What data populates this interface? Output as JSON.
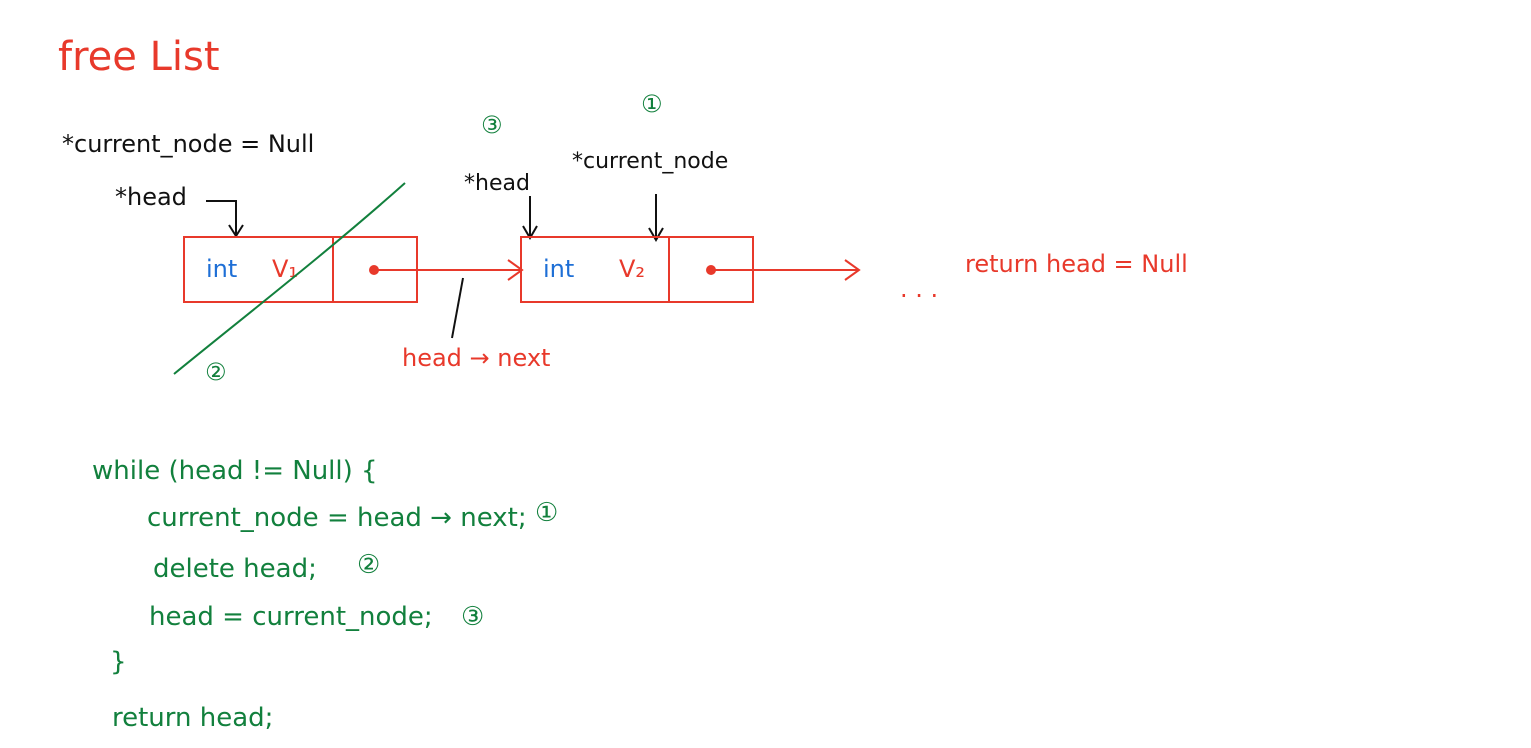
{
  "colors": {
    "red": "#e8392b",
    "blue": "#1e6fd6",
    "green": "#12803d",
    "black": "#111111"
  },
  "title": "free List",
  "labels": {
    "current_node_init": "*current_node = Null",
    "head_ptr_1": "*head",
    "head_ptr_2": "*head",
    "current_node_ptr": "*current_node",
    "head_next": "head → next",
    "ellipsis": ". . .",
    "return_null": "return  head = Null"
  },
  "steps": {
    "step1": "①",
    "step2": "②",
    "step3": "③"
  },
  "nodes": [
    {
      "type": "int",
      "value": "V₁"
    },
    {
      "type": "int",
      "value": "V₂"
    }
  ],
  "code": {
    "line1": "while (head != Null) {",
    "line2": "current_node = head → next;",
    "line2_step": "①",
    "line3": "delete  head;",
    "line3_step": "②",
    "line4": "head = current_node;",
    "line4_step": "③",
    "line5": "}",
    "line6": "return  head;"
  }
}
